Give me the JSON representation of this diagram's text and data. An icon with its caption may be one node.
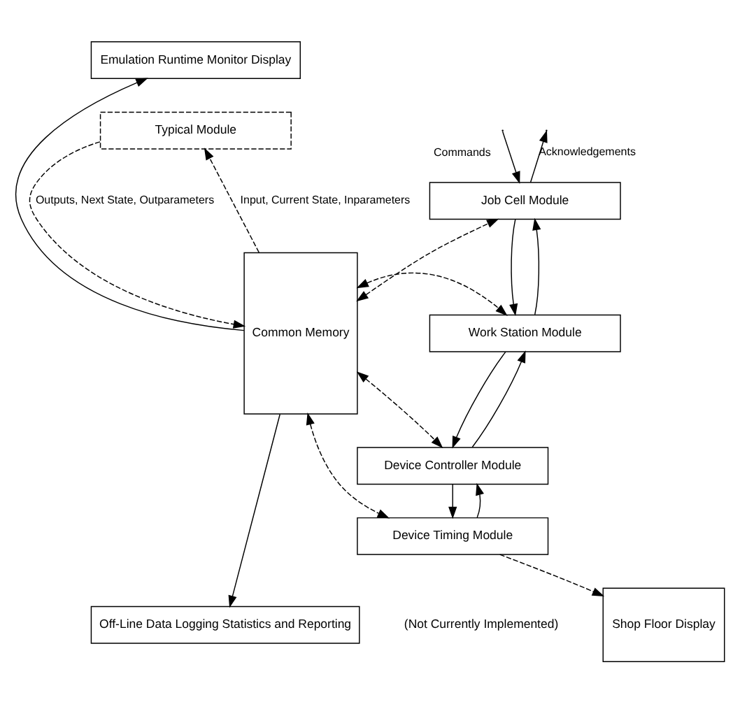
{
  "diagram": {
    "nodes": [
      {
        "text": [
          "Emulation Runtime Monitor Display"
        ]
      },
      {
        "text": [
          "Common Memory"
        ]
      },
      {
        "text": [
          "Typical Module"
        ]
      },
      {
        "text": [
          "Job Cell Module"
        ]
      },
      {
        "text": [
          "Work Station Module"
        ]
      },
      {
        "text": [
          "Device Controller Module"
        ]
      },
      {
        "text": [
          "Device Timing Module"
        ]
      },
      {
        "text": [
          "Off-Line Data Logging Statistics and Reporting"
        ]
      },
      {
        "text": [
          "Shop Floor Display"
        ],
        "beside": [
          "(Not Currently Implemented)"
        ]
      }
    ],
    "edges": [
      {
        "from": 1,
        "to": 0,
        "arrow": "to"
      },
      {
        "from": 1,
        "to": 2,
        "arrow": "to",
        "style": "dashed",
        "label": "Input, Current State, Inparameters"
      },
      {
        "from": 2,
        "to": 1,
        "arrow": "to",
        "style": "dashed",
        "label": "Outputs, Next State, Outparameters"
      },
      {
        "from": null,
        "to": 3,
        "arrow": "to",
        "label": "Commands"
      },
      {
        "from": 3,
        "to": null,
        "arrow": "to",
        "label": "Acknowledgements"
      },
      {
        "from": 1,
        "to": 3,
        "arrow": "both",
        "style": "dashed"
      },
      {
        "from": 3,
        "to": 4,
        "arrow": "to"
      },
      {
        "from": 4,
        "to": 3,
        "arrow": "to"
      },
      {
        "from": 1,
        "to": 4,
        "arrow": "both",
        "style": "dashed"
      },
      {
        "from": 4,
        "to": 5,
        "arrow": "to"
      },
      {
        "from": 5,
        "to": 4,
        "arrow": "to"
      },
      {
        "from": 1,
        "to": 5,
        "arrow": "both",
        "style": "dashed"
      },
      {
        "from": 5,
        "to": 6,
        "arrow": "to"
      },
      {
        "from": 6,
        "to": 5,
        "arrow": "to"
      },
      {
        "from": 1,
        "to": 6,
        "arrow": "both",
        "style": "dashed"
      },
      {
        "from": 6,
        "to": 8,
        "arrow": "to",
        "style": "dashed"
      },
      {
        "from": 1,
        "to": 7,
        "arrow": "to"
      }
    ]
  }
}
